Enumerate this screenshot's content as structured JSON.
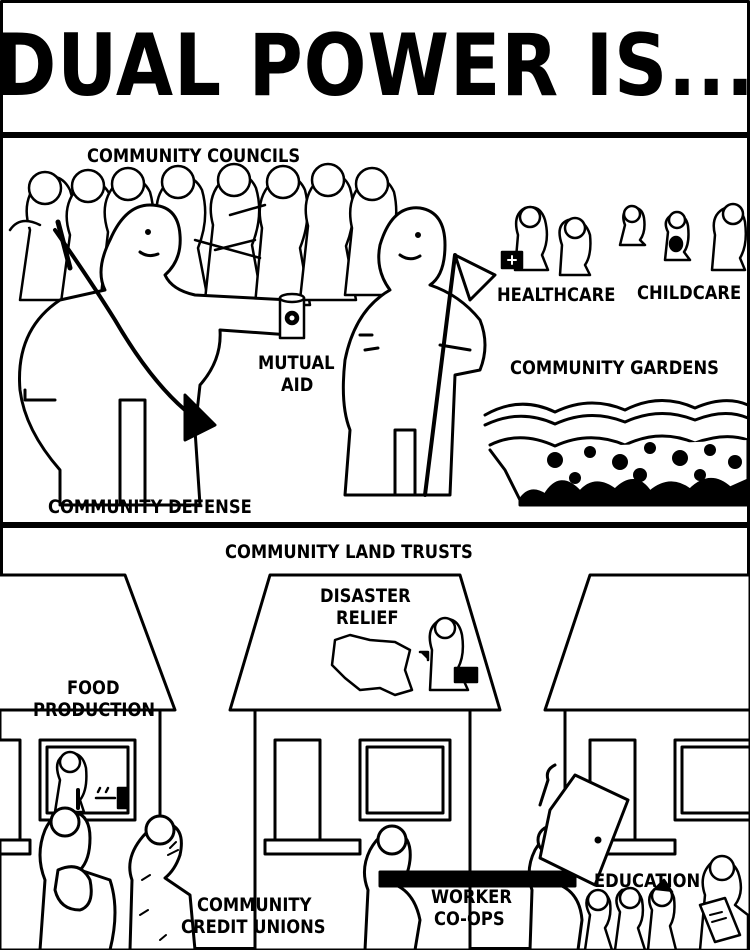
{
  "poster": {
    "title": "DUAL POWER IS...",
    "labels": {
      "community_councils": "COMMUNITY COUNCILS",
      "healthcare": "HEALTHCARE",
      "childcare": "CHILDCARE",
      "mutual_aid_1": "MUTUAL",
      "mutual_aid_2": "AID",
      "community_gardens": "COMMUNITY GARDENS",
      "community_defense": "COMMUNITY DEFENSE",
      "community_land_trusts": "COMMUNITY LAND TRUSTS",
      "disaster_relief_1": "DISASTER",
      "disaster_relief_2": "RELIEF",
      "food_production_1": "FOOD",
      "food_production_2": "PRODUCTION",
      "credit_unions_1": "COMMUNITY",
      "credit_unions_2": "CREDIT UNIONS",
      "worker_coops_1": "WORKER",
      "worker_coops_2": "CO-OPS",
      "education": "EDUCATION"
    },
    "colors": {
      "ink": "#000000",
      "paper": "#ffffff"
    }
  }
}
